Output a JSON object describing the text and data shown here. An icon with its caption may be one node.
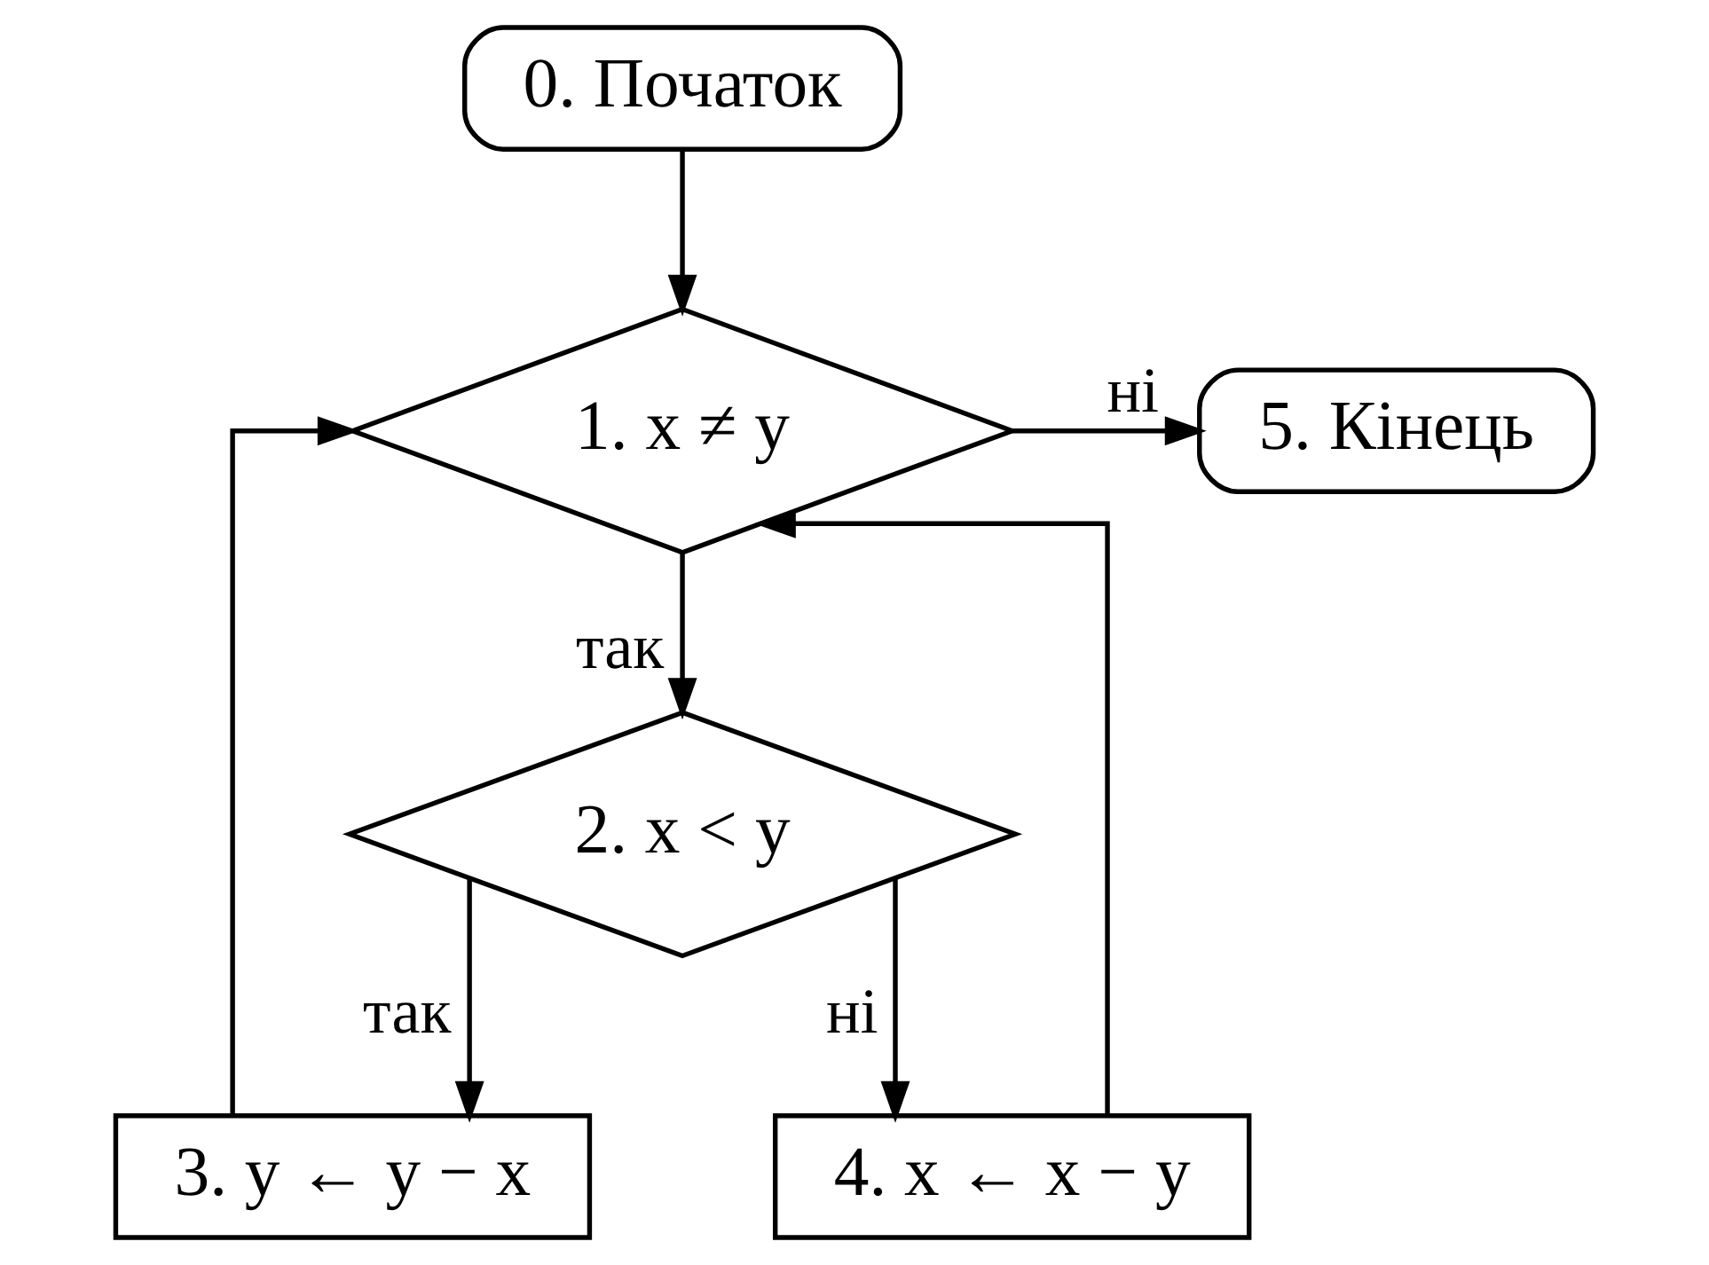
{
  "diagram": {
    "nodes": [
      {
        "text": [
          "0. Початок"
        ]
      },
      {
        "text": [
          "1. x ≠ y"
        ]
      },
      {
        "text": [
          "2. x < y"
        ]
      },
      {
        "text": [
          "3. y ← y − x"
        ]
      },
      {
        "text": [
          "4. x ← x − y"
        ]
      },
      {
        "text": [
          "5. Кінець"
        ]
      }
    ],
    "edges": [
      {
        "from": 0,
        "to": 1,
        "arrow": "to"
      },
      {
        "from": 1,
        "to": 5,
        "arrow": "to",
        "label": "ні"
      },
      {
        "from": 1,
        "to": 2,
        "arrow": "to",
        "label": "так"
      },
      {
        "from": 2,
        "to": 3,
        "arrow": "to",
        "label": "так"
      },
      {
        "from": 2,
        "to": 4,
        "arrow": "to",
        "label": "ні"
      },
      {
        "from": 3,
        "to": 1,
        "arrow": "to"
      },
      {
        "from": 4,
        "to": 1,
        "arrow": "to"
      }
    ]
  }
}
